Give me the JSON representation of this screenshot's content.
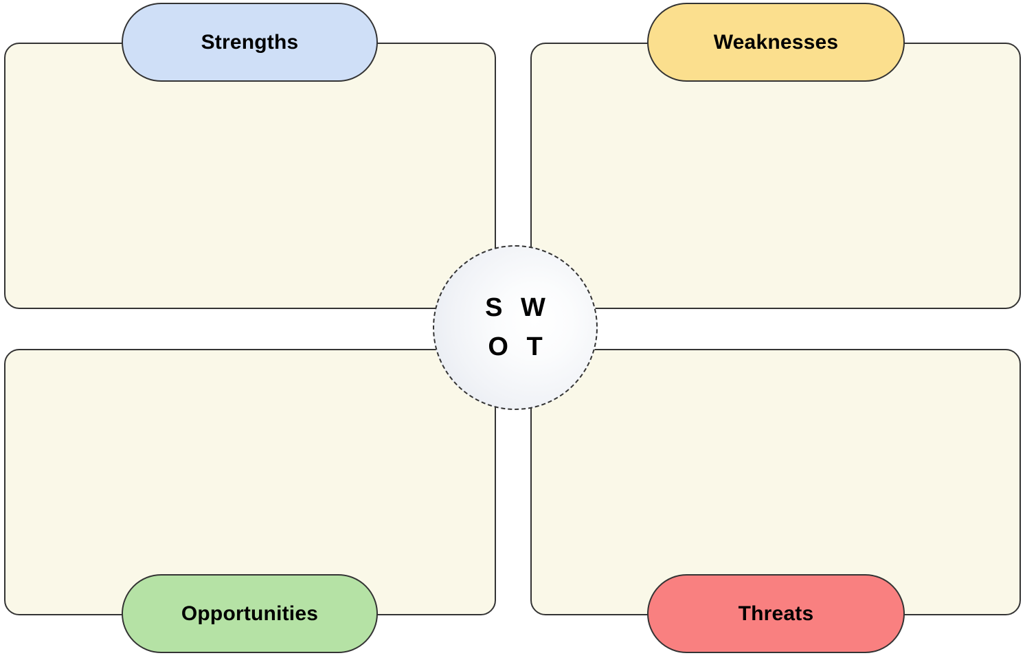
{
  "diagram": {
    "type": "swot-matrix",
    "center_hub": {
      "name": "swot-hub",
      "line1": "S W",
      "line2": "O T",
      "border_style": "dashed",
      "border_color": "#333333",
      "fill_gradient_center": "#ffffff",
      "fill_gradient_edge": "#e2e7ef"
    },
    "panel_fill": "#faf8e8",
    "panel_border": "#333333",
    "quadrants": [
      {
        "id": "strengths",
        "label": "Strengths",
        "position": "top-left",
        "pill_color": "#cfdff7",
        "items": []
      },
      {
        "id": "weaknesses",
        "label": "Weaknesses",
        "position": "top-right",
        "pill_color": "#fbdf8e",
        "items": []
      },
      {
        "id": "opportunities",
        "label": "Opportunities",
        "position": "bottom-left",
        "pill_color": "#b5e2a5",
        "items": []
      },
      {
        "id": "threats",
        "label": "Threats",
        "position": "bottom-right",
        "pill_color": "#f98080",
        "items": []
      }
    ]
  }
}
